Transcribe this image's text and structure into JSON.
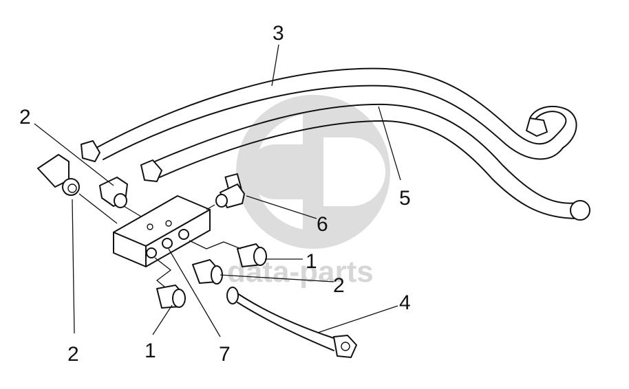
{
  "watermark": {
    "text": "data-parts",
    "logo_icon": "gd-logo-icon"
  },
  "callouts": [
    {
      "id": "c2-top-left",
      "label": "2"
    },
    {
      "id": "c3",
      "label": "3"
    },
    {
      "id": "c5",
      "label": "5"
    },
    {
      "id": "c6",
      "label": "6"
    },
    {
      "id": "c1-right",
      "label": "1"
    },
    {
      "id": "c2-right",
      "label": "2"
    },
    {
      "id": "c4",
      "label": "4"
    },
    {
      "id": "c2-bottom-left",
      "label": "2"
    },
    {
      "id": "c1-bottom",
      "label": "1"
    },
    {
      "id": "c7",
      "label": "7"
    }
  ]
}
